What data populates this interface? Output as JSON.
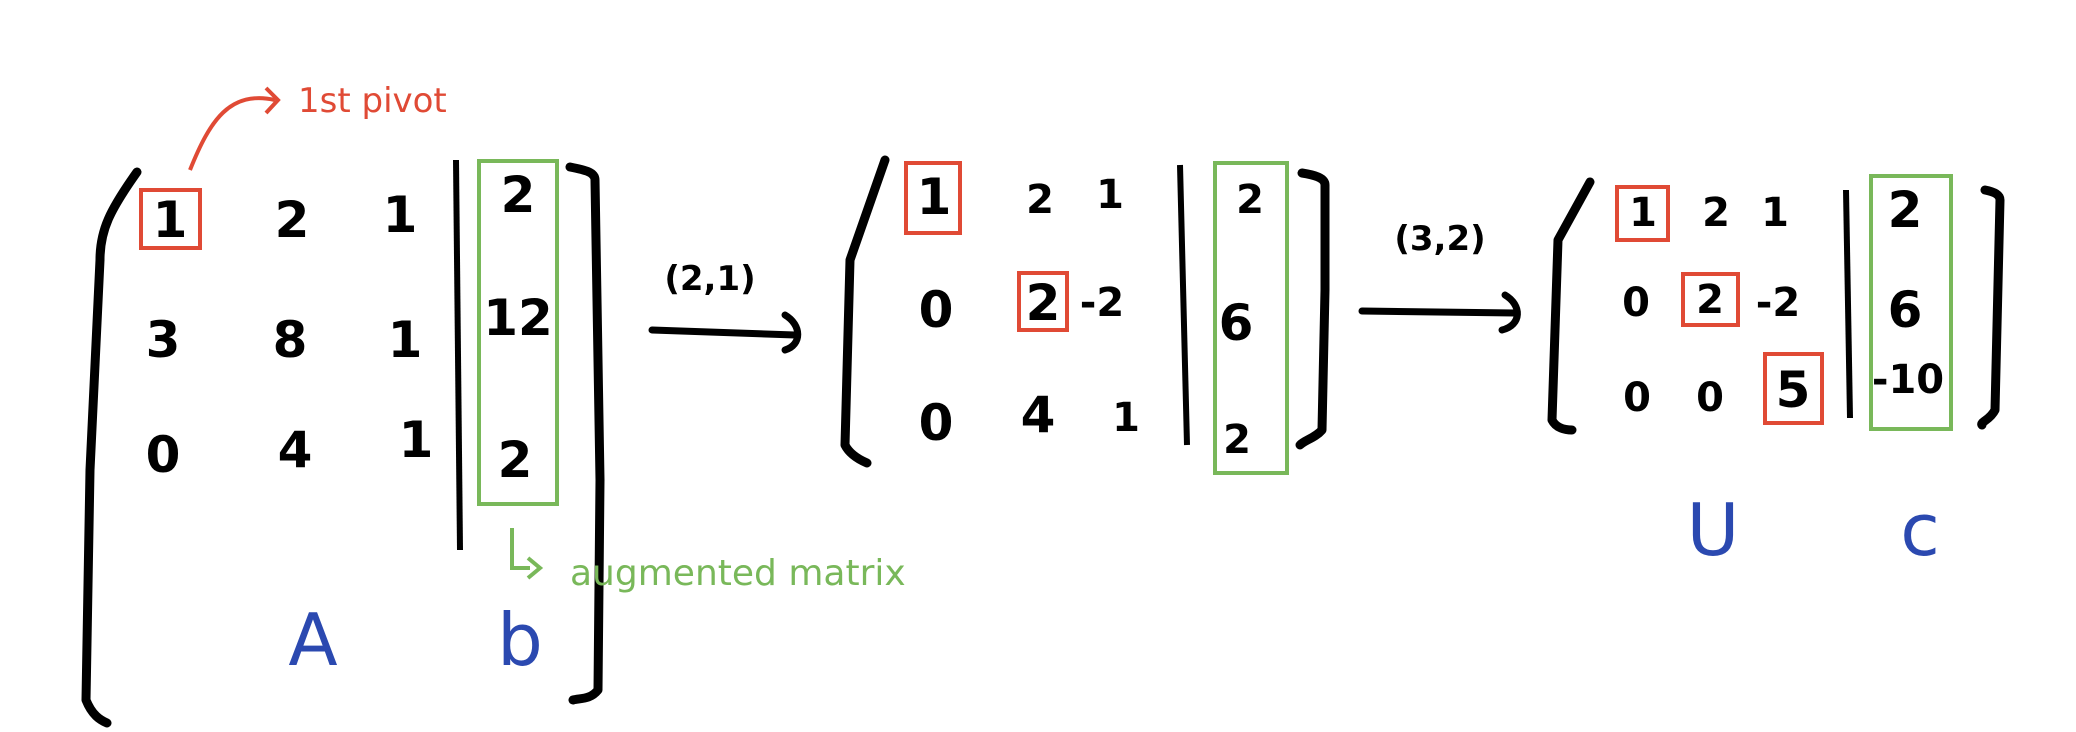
{
  "annotations": {
    "pivot_label": "1st pivot",
    "augmented_label": "augmented matrix",
    "step1": "(2,1)",
    "step2": "(3,2)"
  },
  "labels": {
    "A": "A",
    "b": "b",
    "U": "U",
    "c": "c"
  },
  "matrix1": {
    "rows": [
      [
        "1",
        "2",
        "1"
      ],
      [
        "3",
        "8",
        "1"
      ],
      [
        "0",
        "4",
        "1"
      ]
    ],
    "rhs": [
      "2",
      "12",
      "2"
    ]
  },
  "matrix2": {
    "rows": [
      [
        "1",
        "2",
        "1"
      ],
      [
        "0",
        "2",
        "-2"
      ],
      [
        "0",
        "4",
        "1"
      ]
    ],
    "rhs": [
      "2",
      "6",
      "2"
    ]
  },
  "matrix3": {
    "rows": [
      [
        "1",
        "2",
        "1"
      ],
      [
        "0",
        "2",
        "-2"
      ],
      [
        "0",
        "0",
        "5"
      ]
    ],
    "rhs": [
      "2",
      "6",
      "-10"
    ]
  },
  "colors": {
    "pivot": "#e04a35",
    "augmented": "#79b85a",
    "label": "#2b49b0",
    "ink": "#000000"
  }
}
